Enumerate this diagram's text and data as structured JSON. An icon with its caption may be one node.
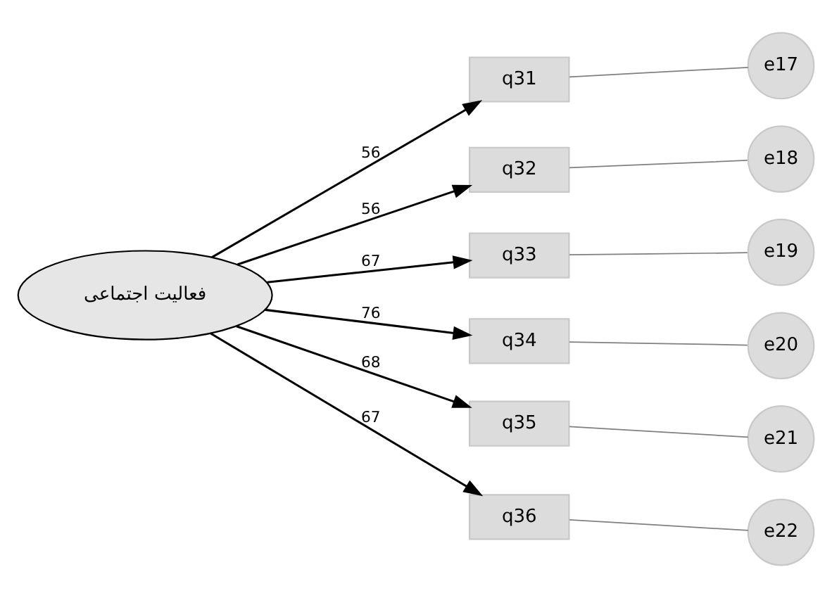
{
  "diagram": {
    "nodes": [
      {
        "text": [
          "فعالیت اجتماعی"
        ]
      },
      {
        "text": [
          "q31"
        ]
      },
      {
        "text": [
          "q32"
        ]
      },
      {
        "text": [
          "q33"
        ]
      },
      {
        "text": [
          "q34"
        ]
      },
      {
        "text": [
          "q35"
        ]
      },
      {
        "text": [
          "q36"
        ]
      },
      {
        "text": [
          "e17"
        ]
      },
      {
        "text": [
          "e18"
        ]
      },
      {
        "text": [
          "e19"
        ]
      },
      {
        "text": [
          "e20"
        ]
      },
      {
        "text": [
          "e21"
        ]
      },
      {
        "text": [
          "e22"
        ]
      }
    ],
    "edges": [
      {
        "from": 0,
        "to": 1,
        "arrow": "to",
        "label": "56"
      },
      {
        "from": 0,
        "to": 2,
        "arrow": "to",
        "label": "56"
      },
      {
        "from": 0,
        "to": 3,
        "arrow": "to",
        "label": "67"
      },
      {
        "from": 0,
        "to": 4,
        "arrow": "to",
        "label": "76"
      },
      {
        "from": 0,
        "to": 5,
        "arrow": "to",
        "label": "68"
      },
      {
        "from": 0,
        "to": 6,
        "arrow": "to",
        "label": "67"
      },
      {
        "from": 1,
        "to": 7,
        "arrow": "none",
        "color": "#808080"
      },
      {
        "from": 2,
        "to": 8,
        "arrow": "none",
        "color": "#808080"
      },
      {
        "from": 3,
        "to": 9,
        "arrow": "none",
        "color": "#808080"
      },
      {
        "from": 4,
        "to": 10,
        "arrow": "none",
        "color": "#808080"
      },
      {
        "from": 5,
        "to": 11,
        "arrow": "none",
        "color": "#808080"
      },
      {
        "from": 6,
        "to": 12,
        "arrow": "none",
        "color": "#808080"
      }
    ]
  }
}
